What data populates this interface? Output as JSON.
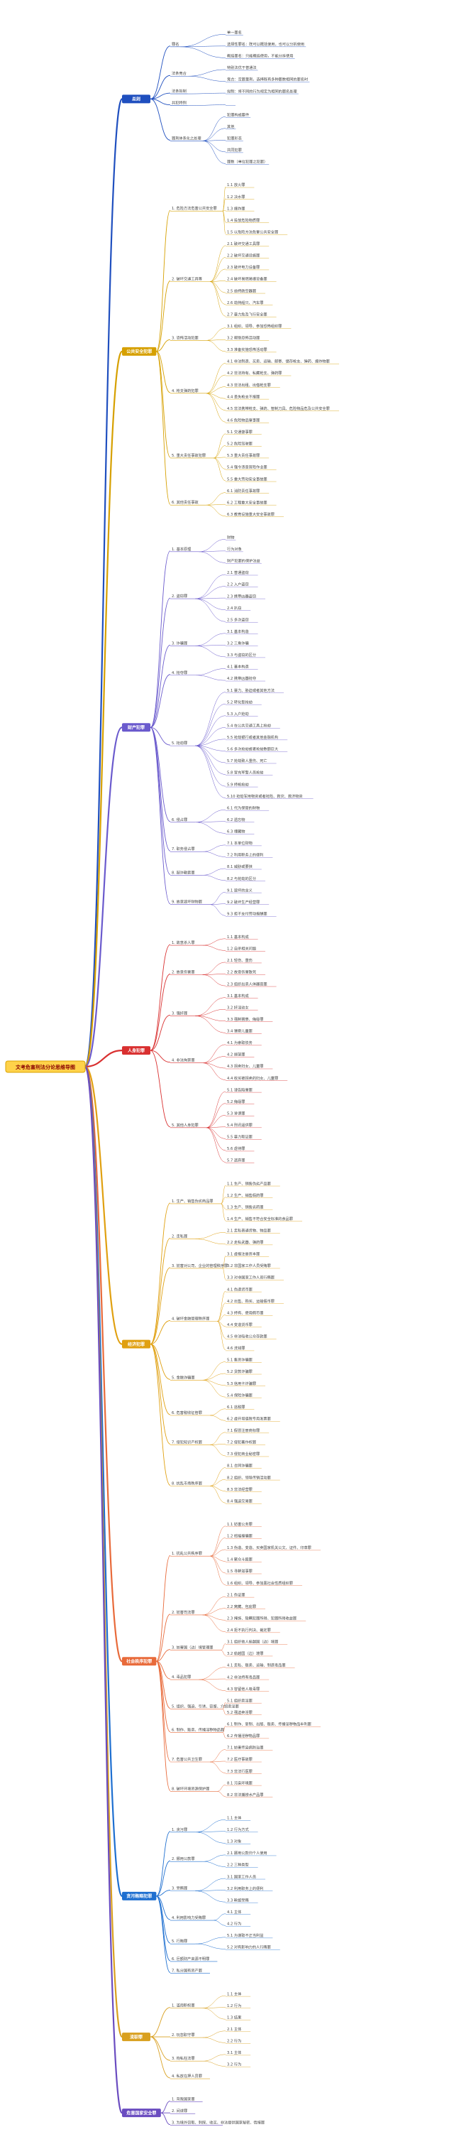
{
  "root": {
    "title": "文考危害刑法分论思维导图"
  },
  "branches": [
    {
      "id": "b1",
      "title": "总则",
      "color": "#1f4fbf",
      "items": [
        {
          "text": "罪名",
          "children": [
            "单一罪名",
            "选择性罪名：既可以概括使用，也可以分拆使用",
            "概括罪名：只能概括使用，不能分拆使用"
          ]
        },
        {
          "text": "法条竞合",
          "children": [
            "特别法优于普通法",
            "竞合：定罪量刑，选择既有多种罪数相同的罪名时"
          ]
        },
        {
          "text": "法条拟制",
          "children": [
            "拟制：将不同的行为规定为相同的罪名处理"
          ]
        },
        {
          "text": "共犯特例",
          "children": [
            ""
          ]
        },
        {
          "text": "罪刑体系化之处理",
          "children": [
            "犯罪构成要件",
            "其他",
            "犯罪形态",
            "共同犯罪",
            "罪数（单位犯罪之犯罪）"
          ]
        }
      ]
    },
    {
      "id": "b2",
      "title": "公共安全犯罪",
      "color": "#d6a000",
      "items": [
        {
          "text": "1. 危险方法危害公共安全罪",
          "children": [
            "1.1 放火罪",
            "1.2 决水罪",
            "1.3 爆炸罪",
            "1.4 投放危险物质罪",
            "1.5 以危险方法危害公共安全罪"
          ]
        },
        {
          "text": "2. 破坏交通工具等",
          "children": [
            "2.1 破坏交通工具罪",
            "2.2 破坏交通设施罪",
            "2.3 破坏电力设备罪",
            "2.4 破坏易燃易爆设备罪",
            "2.5 劫持航空器罪",
            "2.6 劫持船只、汽车罪",
            "2.7 暴力危及飞行安全罪"
          ]
        },
        {
          "text": "3. 恐怖活动犯罪",
          "children": [
            "3.1 组织、领导、参加恐怖组织罪",
            "3.2 帮助恐怖活动罪",
            "3.3 准备实施恐怖活动罪"
          ]
        },
        {
          "text": "4. 枪支弹药犯罪",
          "children": [
            "4.1 非法制造、买卖、运输、邮寄、储存枪支、弹药、爆炸物罪",
            "4.2 非法持有、私藏枪支、弹药罪",
            "4.3 非法出租、出借枪支罪",
            "4.4 丢失枪支不报罪",
            "4.5 非法携带枪支、弹药、管制刀具、危险物品危及公共安全罪",
            "4.6 危险物品肇事罪"
          ]
        },
        {
          "text": "5. 重大责任事故犯罪",
          "children": [
            "5.1 交通肇事罪",
            "5.2 危险驾驶罪",
            "5.3 重大责任事故罪",
            "5.4 强令违章冒险作业罪",
            "5.5 重大劳动安全事故罪"
          ]
        },
        {
          "text": "6. 其他责任事故",
          "children": [
            "6.1 消防责任事故罪",
            "6.2 工程重大安全事故罪",
            "6.3 教育设施重大安全事故罪"
          ]
        }
      ]
    },
    {
      "id": "b3",
      "title": "财产犯罪",
      "color": "#6a5acd",
      "items": [
        {
          "text": "1. 基本原理",
          "children": [
            "财物",
            "行为对象",
            "财产犯罪的保护法益"
          ]
        },
        {
          "text": "2. 盗窃罪",
          "children": [
            "2.1 普通盗窃",
            "2.2 入户盗窃",
            "2.3 携带凶器盗窃",
            "2.4 扒窃",
            "2.5 多次盗窃"
          ]
        },
        {
          "text": "3. 诈骗罪",
          "children": [
            "3.1 基本构造",
            "3.2 三角诈骗",
            "3.3 与盗窃的区分"
          ]
        },
        {
          "text": "4. 抢夺罪",
          "children": [
            "4.1 基本构造",
            "4.2 携带凶器抢夺"
          ]
        },
        {
          "text": "5. 抢劫罪",
          "children": [
            "5.1 暴力、胁迫或者其他方法",
            "5.2 转化型抢劫",
            "5.3 入户抢劫",
            "5.4 在公共交通工具上抢劫",
            "5.5 抢劫银行或者其他金融机构",
            "5.6 多次抢劫或者抢劫数额巨大",
            "5.7 抢劫致人重伤、死亡",
            "5.8 冒充军警人员抢劫",
            "5.9 持枪抢劫",
            "5.10 抢劫军用物资或者抢险、救灾、救济物资"
          ]
        },
        {
          "text": "6. 侵占罪",
          "children": [
            "6.1 代为保管的财物",
            "6.2 遗忘物",
            "6.3 埋藏物"
          ]
        },
        {
          "text": "7. 职务侵占罪",
          "children": [
            "7.1 本单位财物",
            "7.2 利用职务上的便利"
          ]
        },
        {
          "text": "8. 敲诈勒索罪",
          "children": [
            "8.1 威胁或要挟",
            "8.2 与抢劫的区分"
          ]
        },
        {
          "text": "9. 故意毁坏财物罪",
          "children": [
            "9.1 毁坏的含义",
            "9.2 破坏生产经营罪",
            "9.3 拒不支付劳动报酬罪"
          ]
        }
      ]
    },
    {
      "id": "b4",
      "title": "人身犯罪",
      "color": "#d93030",
      "items": [
        {
          "text": "1. 故意杀人罪",
          "children": [
            "1.1 基本构成",
            "1.2 自杀相关问题"
          ]
        },
        {
          "text": "2. 故意伤害罪",
          "children": [
            "2.1 轻伤、重伤",
            "2.2 故意伤害致死",
            "2.3 组织出卖人体器官罪"
          ]
        },
        {
          "text": "3. 强奸罪",
          "children": [
            "3.1 基本构成",
            "3.2 奸淫幼女",
            "3.3 强制猥亵、侮辱罪",
            "3.4 猥亵儿童罪"
          ]
        },
        {
          "text": "4. 非法拘禁罪",
          "children": [
            "4.1 为索取债务",
            "4.2 绑架罪",
            "4.3 拐卖妇女、儿童罪",
            "4.4 收买被拐卖的妇女、儿童罪"
          ]
        },
        {
          "text": "5. 其他人身犯罪",
          "children": [
            "5.1 诬告陷害罪",
            "5.2 侮辱罪",
            "5.3 诽谤罪",
            "5.4 刑讯逼供罪",
            "5.5 暴力取证罪",
            "5.6 虐待罪",
            "5.7 遗弃罪"
          ]
        }
      ]
    },
    {
      "id": "b5",
      "title": "经济犯罪",
      "color": "#e0a010",
      "items": [
        {
          "text": "1. 生产、销售伪劣商品罪",
          "children": [
            "1.1 生产、销售伪劣产品罪",
            "1.2 生产、销售假药罪",
            "1.3 生产、销售劣药罪",
            "1.4 生产、销售不符合安全标准的食品罪"
          ]
        },
        {
          "text": "2. 走私罪",
          "children": [
            "2.1 走私普通货物、物品罪",
            "2.2 走私武器、弹药罪"
          ]
        },
        {
          "text": "3. 妨害对公司、企业的管理秩序罪",
          "children": [
            "3.1 虚报注册资本罪",
            "3.2 非国家工作人员受贿罪",
            "3.3 对非国家工作人员行贿罪"
          ]
        },
        {
          "text": "4. 破坏金融管理秩序罪",
          "children": [
            "4.1 伪造货币罪",
            "4.2 出售、购买、运输假币罪",
            "4.3 持有、使用假币罪",
            "4.4 变造货币罪",
            "4.5 非法吸收公众存款罪",
            "4.6 洗钱罪"
          ]
        },
        {
          "text": "5. 金融诈骗罪",
          "children": [
            "5.1 集资诈骗罪",
            "5.2 贷款诈骗罪",
            "5.3 信用卡诈骗罪",
            "5.4 保险诈骗罪"
          ]
        },
        {
          "text": "6. 危害税收征管罪",
          "children": [
            "6.1 逃税罪",
            "6.2 虚开增值税专用发票罪"
          ]
        },
        {
          "text": "7. 侵犯知识产权罪",
          "children": [
            "7.1 假冒注册商标罪",
            "7.2 侵犯著作权罪",
            "7.3 侵犯商业秘密罪"
          ]
        },
        {
          "text": "8. 扰乱市场秩序罪",
          "children": [
            "8.1 合同诈骗罪",
            "8.2 组织、领导传销活动罪",
            "8.3 非法经营罪",
            "8.4 强迫交易罪"
          ]
        }
      ]
    },
    {
      "id": "b6",
      "title": "社会秩序犯罪",
      "color": "#e86a3a",
      "items": [
        {
          "text": "1. 扰乱公共秩序罪",
          "children": [
            "1.1 妨害公务罪",
            "1.2 招摇撞骗罪",
            "1.3 伪造、变造、买卖国家机关公文、证件、印章罪",
            "1.4 聚众斗殴罪",
            "1.5 寻衅滋事罪",
            "1.6 组织、领导、参加黑社会性质组织罪"
          ]
        },
        {
          "text": "2. 妨害司法罪",
          "children": [
            "2.1 伪证罪",
            "2.2 窝藏、包庇罪",
            "2.3 掩饰、隐瞒犯罪所得、犯罪所得收益罪",
            "2.4 拒不执行判决、裁定罪"
          ]
        },
        {
          "text": "3. 妨害国（边）境管理罪",
          "children": [
            "3.1 组织他人偷越国（边）境罪",
            "3.2 偷越国（边）境罪"
          ]
        },
        {
          "text": "4. 毒品犯罪",
          "children": [
            "4.1 走私、贩卖、运输、制造毒品罪",
            "4.2 非法持有毒品罪",
            "4.3 容留他人吸毒罪"
          ]
        },
        {
          "text": "5. 组织、强迫、引诱、容留、介绍卖淫罪",
          "children": [
            "5.1 组织卖淫罪",
            "5.2 强迫卖淫罪"
          ]
        },
        {
          "text": "6. 制作、贩卖、传播淫秽物品罪",
          "children": [
            "6.1 制作、复制、出版、贩卖、传播淫秽物品牟利罪",
            "6.2 传播淫秽物品罪"
          ]
        },
        {
          "text": "7. 危害公共卫生罪",
          "children": [
            "7.1 妨害传染病防治罪",
            "7.2 医疗事故罪",
            "7.3 非法行医罪"
          ]
        },
        {
          "text": "8. 破坏环境资源保护罪",
          "children": [
            "8.1 污染环境罪",
            "8.2 非法捕捞水产品罪"
          ]
        }
      ]
    },
    {
      "id": "b7",
      "title": "贪污贿赂犯罪",
      "color": "#1e6fd0",
      "items": [
        {
          "text": "1. 贪污罪",
          "children": [
            "1.1 主体",
            "1.2 行为方式",
            "1.3 对象"
          ]
        },
        {
          "text": "2. 挪用公款罪",
          "children": [
            "2.1 挪用公款归个人使用",
            "2.2 三种类型"
          ]
        },
        {
          "text": "3. 受贿罪",
          "children": [
            "3.1 国家工作人员",
            "3.2 利用职务上的便利",
            "3.3 斡旋受贿"
          ]
        },
        {
          "text": "4. 利用影响力受贿罪",
          "children": [
            "4.1 主体",
            "4.2 行为"
          ]
        },
        {
          "text": "5. 行贿罪",
          "children": [
            "5.1 为谋取不正当利益",
            "5.2 对有影响力的人行贿罪"
          ]
        },
        {
          "text": "6. 巨额财产来源不明罪",
          "children": []
        },
        {
          "text": "7. 私分国有资产罪",
          "children": []
        }
      ]
    },
    {
      "id": "b8",
      "title": "渎职罪",
      "color": "#d9a020",
      "items": [
        {
          "text": "1. 滥用职权罪",
          "children": [
            "1.1 主体",
            "1.2 行为",
            "1.3 结果"
          ]
        },
        {
          "text": "2. 玩忽职守罪",
          "children": [
            "2.1 主体",
            "2.2 行为"
          ]
        },
        {
          "text": "3. 徇私枉法罪",
          "children": [
            "3.1 主体",
            "3.2 行为"
          ]
        },
        {
          "text": "4. 私放在押人员罪",
          "children": []
        }
      ]
    },
    {
      "id": "b9",
      "title": "危害国家安全罪",
      "color": "#6a4cc0",
      "items": [
        {
          "text": "1. 背叛国家罪",
          "children": []
        },
        {
          "text": "2. 间谍罪",
          "children": []
        },
        {
          "text": "3. 为境外窃取、刺探、收买、非法提供国家秘密、情报罪",
          "children": []
        }
      ]
    }
  ]
}
